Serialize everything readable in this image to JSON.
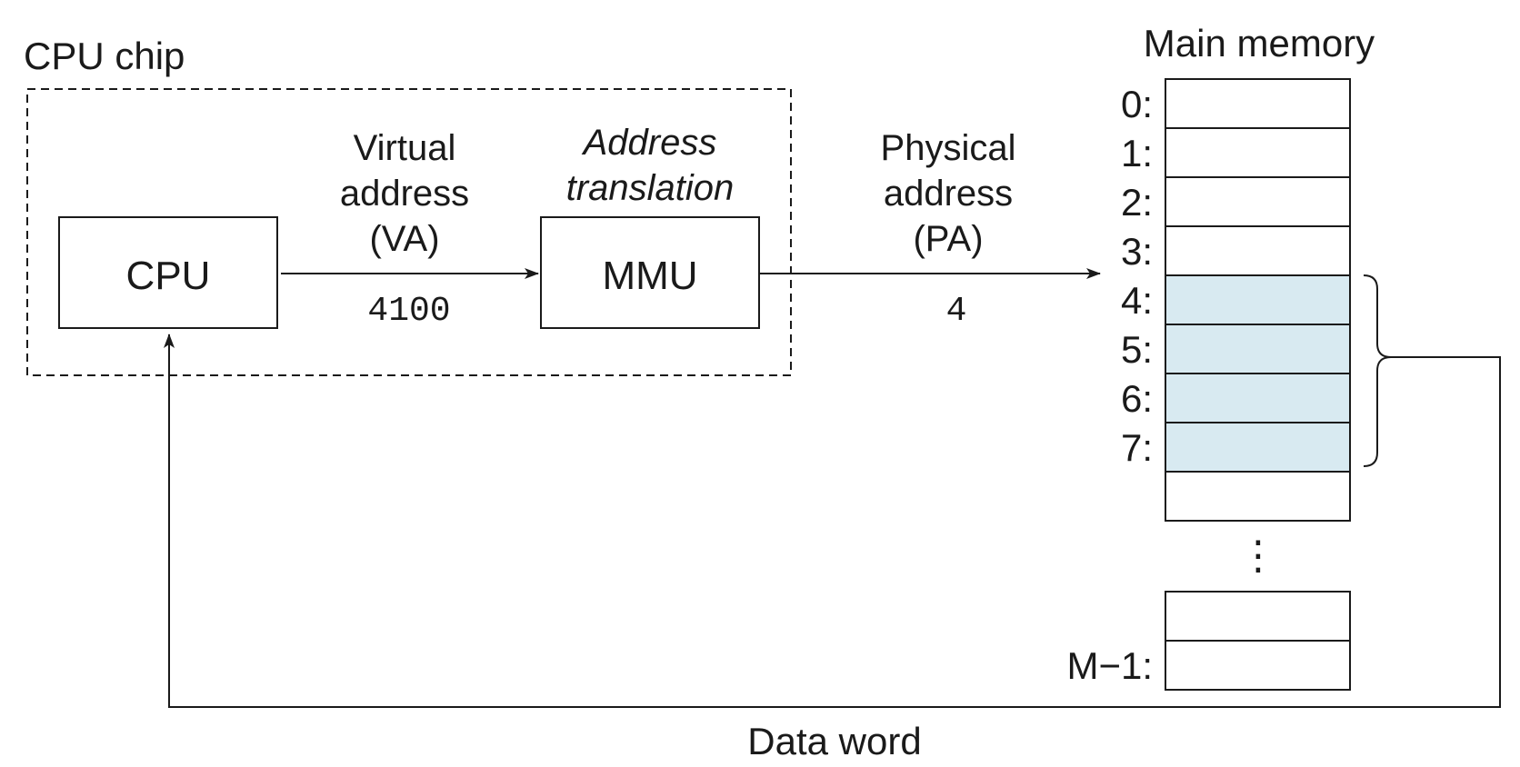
{
  "chip": {
    "label": "CPU chip",
    "cpu_label": "CPU",
    "mmu_label": "MMU",
    "mmu_caption": [
      "Address",
      "translation"
    ]
  },
  "virtual_address": {
    "caption": [
      "Virtual",
      "address",
      "(VA)"
    ],
    "value": "4100"
  },
  "physical_address": {
    "caption": [
      "Physical",
      "address",
      "(PA)"
    ],
    "value": "4"
  },
  "memory": {
    "title": "Main memory",
    "cells": [
      {
        "label": "0:",
        "highlighted": false
      },
      {
        "label": "1:",
        "highlighted": false
      },
      {
        "label": "2:",
        "highlighted": false
      },
      {
        "label": "3:",
        "highlighted": false
      },
      {
        "label": "4:",
        "highlighted": true
      },
      {
        "label": "5:",
        "highlighted": true
      },
      {
        "label": "6:",
        "highlighted": true
      },
      {
        "label": "7:",
        "highlighted": true
      },
      {
        "label": "",
        "highlighted": false
      }
    ],
    "tail_cells": [
      {
        "label": "",
        "highlighted": false
      },
      {
        "label": "M−1:",
        "highlighted": false
      }
    ],
    "ellipsis": "⋮",
    "highlight_color": "#d8eaf1"
  },
  "data_word_label": "Data word"
}
